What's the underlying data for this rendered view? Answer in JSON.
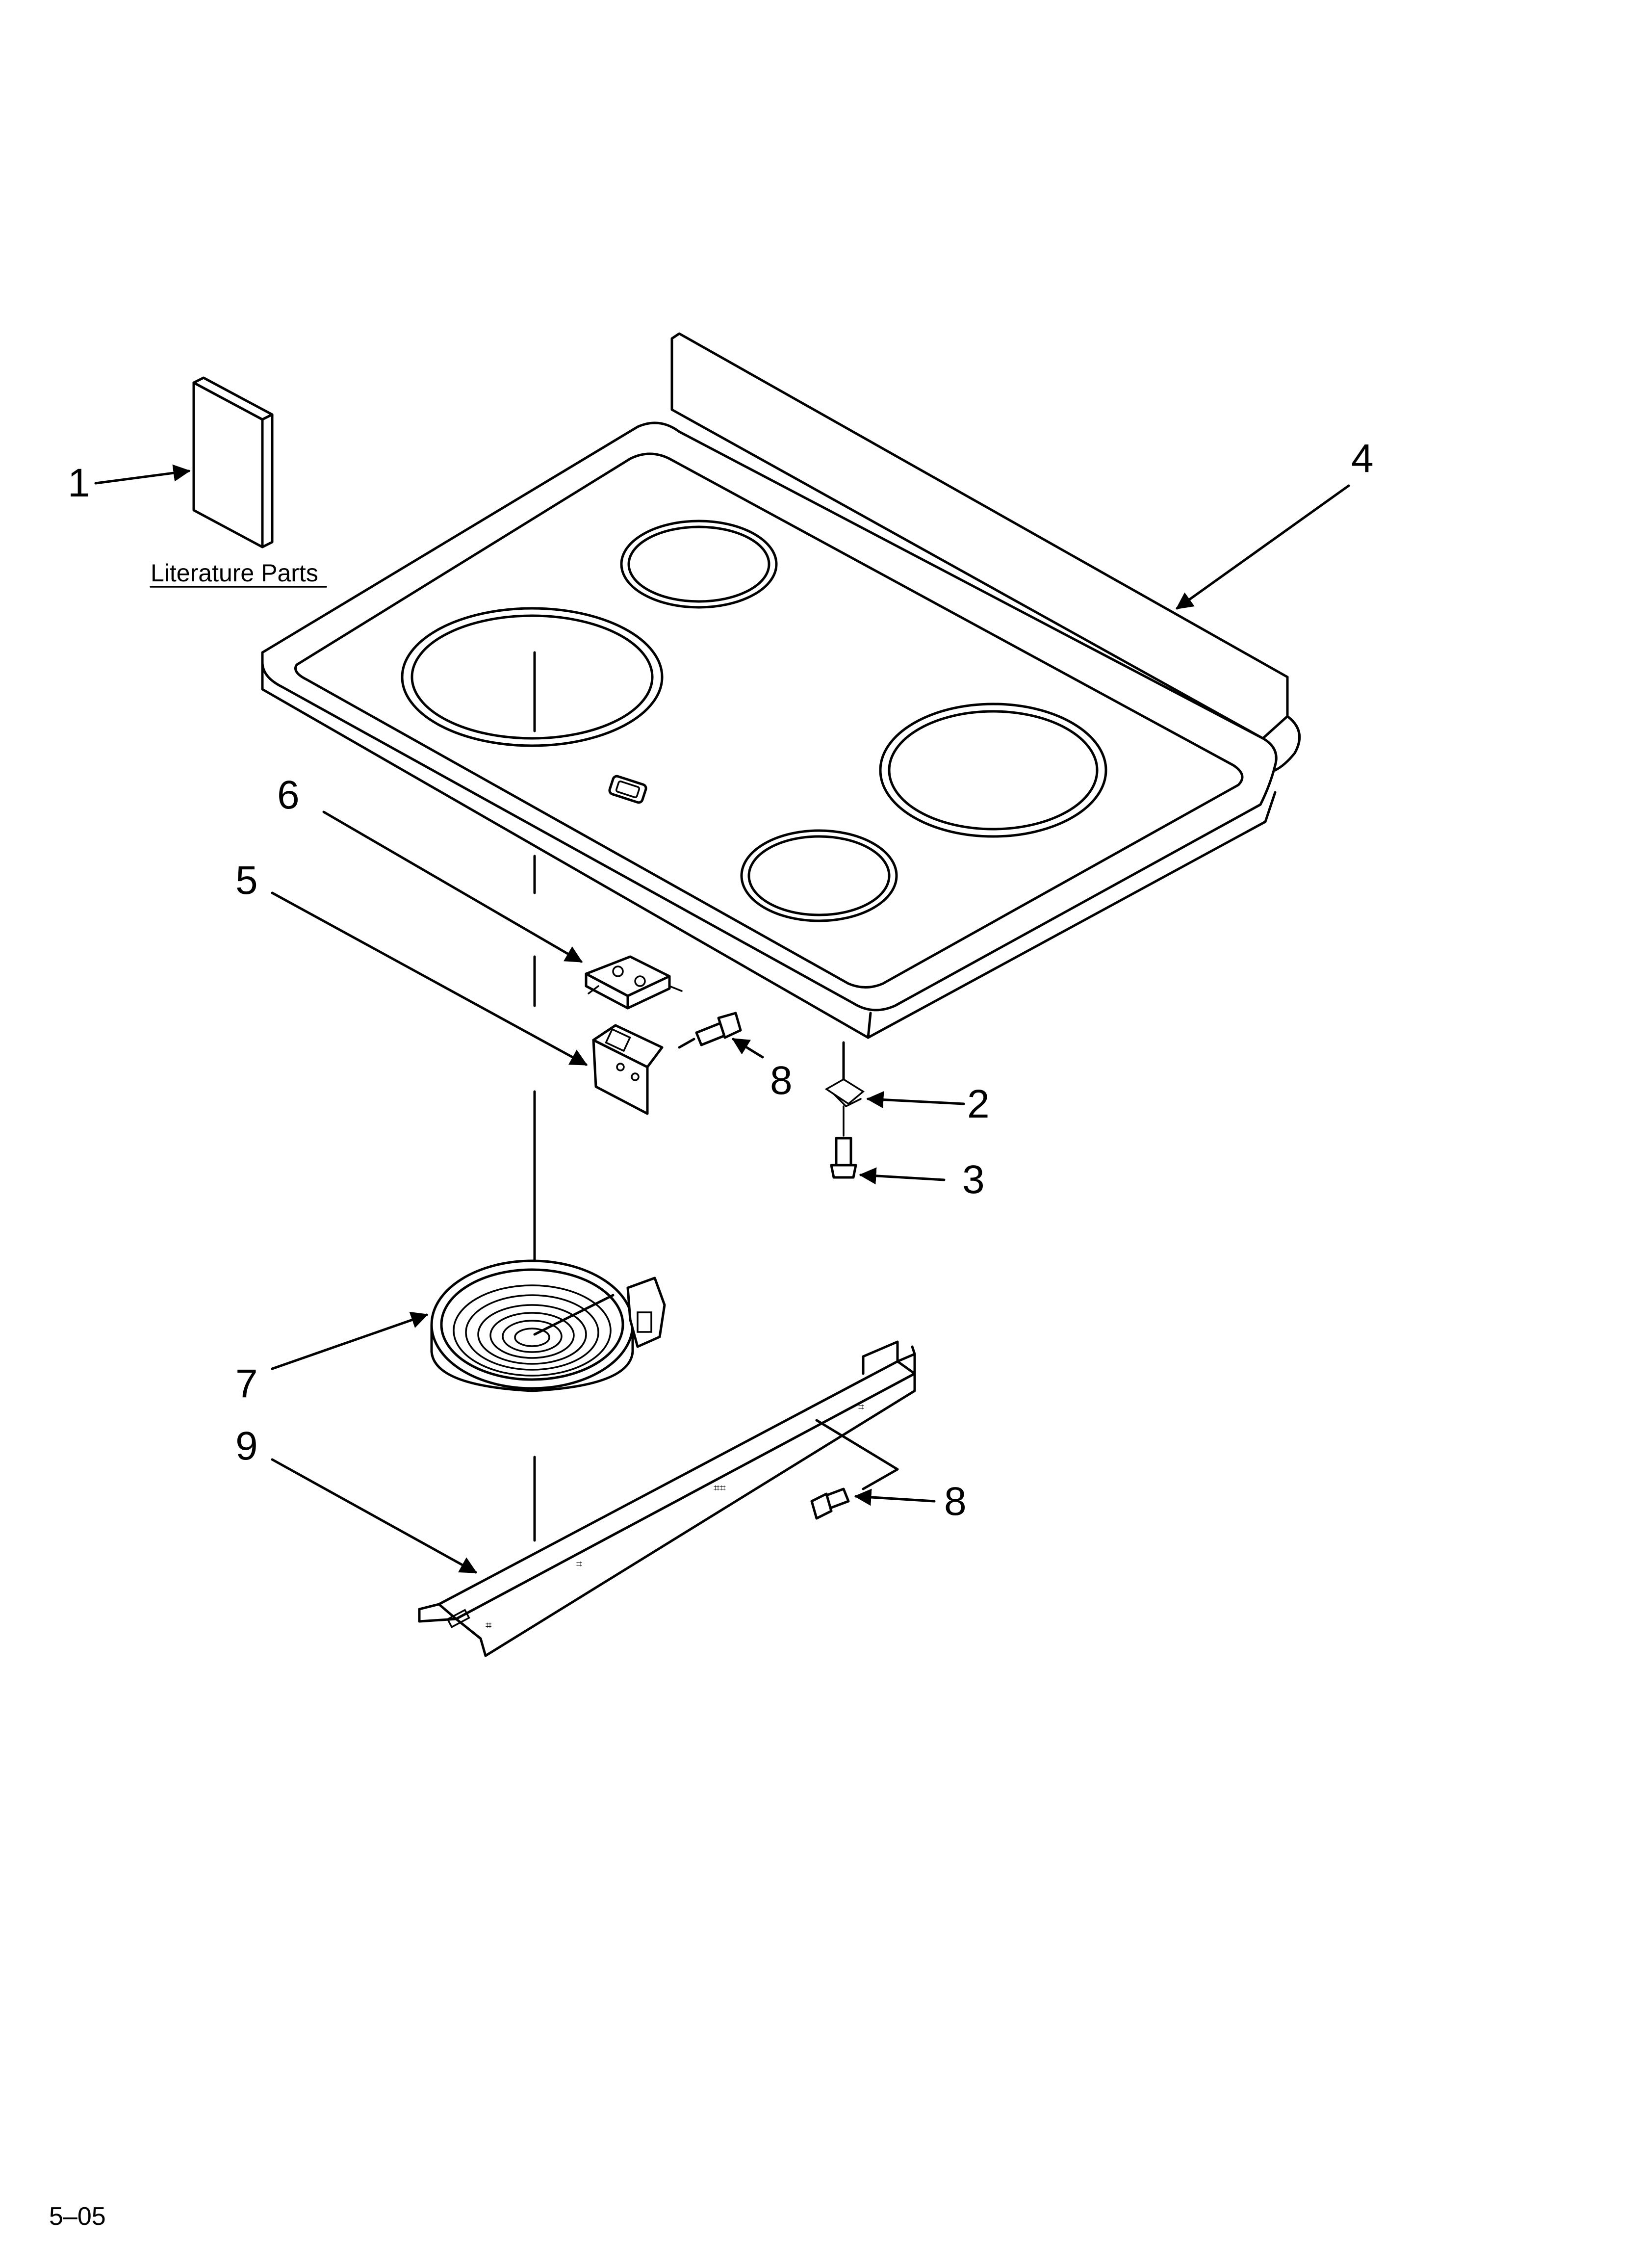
{
  "callouts": {
    "c1": "1",
    "c2": "2",
    "c3": "3",
    "c4": "4",
    "c5": "5",
    "c6": "6",
    "c7": "7",
    "c8a": "8",
    "c8b": "8",
    "c9": "9"
  },
  "literature_label": "Literature Parts",
  "footer_code": "5–05"
}
